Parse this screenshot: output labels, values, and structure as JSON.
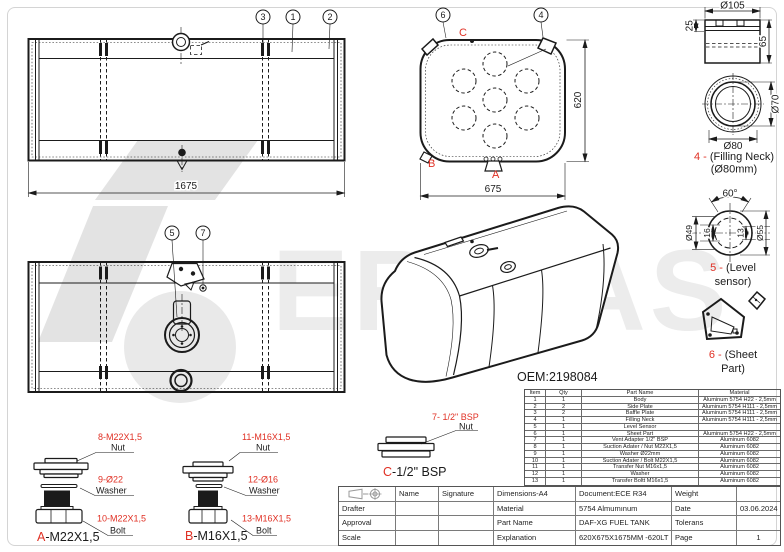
{
  "watermark": {
    "brand": "FERIKAS",
    "visible_letters": "ERIKAS"
  },
  "oem_label": "OEM:2198084",
  "balloons": {
    "front": [
      "3",
      "1",
      "2"
    ],
    "section": [
      "6",
      "4"
    ],
    "rear": [
      "5",
      "7"
    ]
  },
  "dimensions": {
    "front_length": "1675",
    "section_height": "620",
    "section_width": "675",
    "neck_diameter_top": "Ø105",
    "neck_flange_height": "25",
    "neck_height": "65",
    "neck_inner_diameter": "Ø70",
    "neck_outer_diameter": "Ø80",
    "sensor_angle": "60°",
    "sensor_d49": "Ø49",
    "sensor_16": "16",
    "sensor_13": "13",
    "sensor_d55": "Ø55"
  },
  "section_labels": {
    "a": "A",
    "b": "B",
    "c": "C"
  },
  "detail_labels": {
    "filling_neck_num": "4 - ",
    "filling_neck_text": "(Filling Neck)",
    "filling_neck_sub": "(Ø80mm)",
    "level_sensor_num": "5 - ",
    "level_sensor_text": "(Level",
    "level_sensor_sub": "sensor)",
    "sheet_part_num": "6 - ",
    "sheet_part_text": "(Sheet",
    "sheet_part_sub": "Part)"
  },
  "fasteners": {
    "a": {
      "nut_code": "8-M22X1,5",
      "nut": "Nut",
      "washer_code": "9-Ø22",
      "washer": "Washer",
      "bolt_code": "10-M22X1,5",
      "bolt": "Bolt",
      "letter": "A",
      "spec": "-M22X1,5"
    },
    "b": {
      "nut_code": "11-M16X1,5",
      "nut": "Nut",
      "washer_code": "12-Ø16",
      "washer": "Washer",
      "bolt_code": "13-M16X1,5",
      "bolt": "Bolt",
      "letter": "B",
      "spec": "-M16X1,5"
    },
    "c": {
      "nut_code": "7- 1/2\" BSP",
      "nut": "Nut",
      "letter": "C",
      "spec": "-1/2\" BSP"
    }
  },
  "parts_table": {
    "headers": [
      "Item",
      "Qty",
      "Part Name",
      "Material"
    ],
    "rows": [
      {
        "item": "1",
        "qty": "1",
        "name": "Body",
        "material": "Aluminum 5754 H22 - 2,5mm"
      },
      {
        "item": "2",
        "qty": "2",
        "name": "Side Plate",
        "material": "Aluminum 5754 H111 - 2,5mm"
      },
      {
        "item": "3",
        "qty": "2",
        "name": "Baffle Plate",
        "material": "Aluminum 5754 H111 - 2,5mm"
      },
      {
        "item": "4",
        "qty": "1",
        "name": "Filling Neck",
        "material": "Aluminum 5754 H111 - 2,5mm"
      },
      {
        "item": "5",
        "qty": "1",
        "name": "Level Sensor",
        "material": ""
      },
      {
        "item": "6",
        "qty": "1",
        "name": "Sheet Part",
        "material": "Aluminum 5754 H22 - 2,5mm"
      },
      {
        "item": "7",
        "qty": "1",
        "name": "Vent  Adapter 1/2\" BSP",
        "material": "Aluminum 6082"
      },
      {
        "item": "8",
        "qty": "1",
        "name": "Suction Adater / Nut M22X1,5",
        "material": "Aluminum 6082"
      },
      {
        "item": "9",
        "qty": "1",
        "name": "Washer Ø22mm",
        "material": "Aluminum 6082"
      },
      {
        "item": "10",
        "qty": "1",
        "name": "Suction Adater / Bolt M22X1,5",
        "material": "Aluminum 6082"
      },
      {
        "item": "11",
        "qty": "1",
        "name": "Transfer Nut M16x1,5",
        "material": "Aluminum 6082"
      },
      {
        "item": "12",
        "qty": "1",
        "name": "Washer",
        "material": "Aluminum 6082"
      },
      {
        "item": "13",
        "qty": "1",
        "name": "Transfer Boltt M16x1,5",
        "material": "Aluminum 6082"
      }
    ]
  },
  "title_block": {
    "name": "Name",
    "signature": "Signature",
    "drafter": "Drafter",
    "approval": "Approval",
    "scale": "Scale",
    "dimensions_label": "Dimensions-A4",
    "document": "Document:ECE R34",
    "weight": "Weight",
    "material_label": "Material",
    "material": "5754 Almumınum",
    "date_label": "Date",
    "date": "03.06.2024",
    "partname_label": "Part Name",
    "partname": "DAF-XG FUEL TANK",
    "tolerans_label": "Tolerans",
    "explanation_label": "Explanation",
    "explanation": "620X675X1675MM -620LT",
    "page_label": "Page",
    "page": "1"
  }
}
